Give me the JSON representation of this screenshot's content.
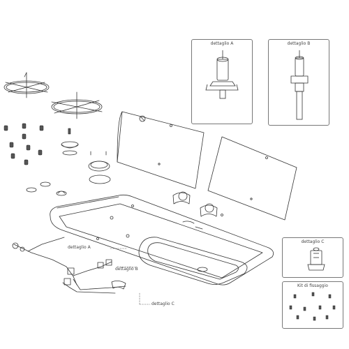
{
  "detail_boxes": {
    "a": {
      "title": "dettaglio A"
    },
    "b": {
      "title": "dettaglio B"
    },
    "c": {
      "title": "dettaglio C"
    },
    "kit": {
      "title": "Kit di fissaggio"
    }
  },
  "callouts": {
    "a": "dettaglio A",
    "b": "dettaglio B",
    "c": "dettaglio C"
  },
  "line_color": "#333333"
}
